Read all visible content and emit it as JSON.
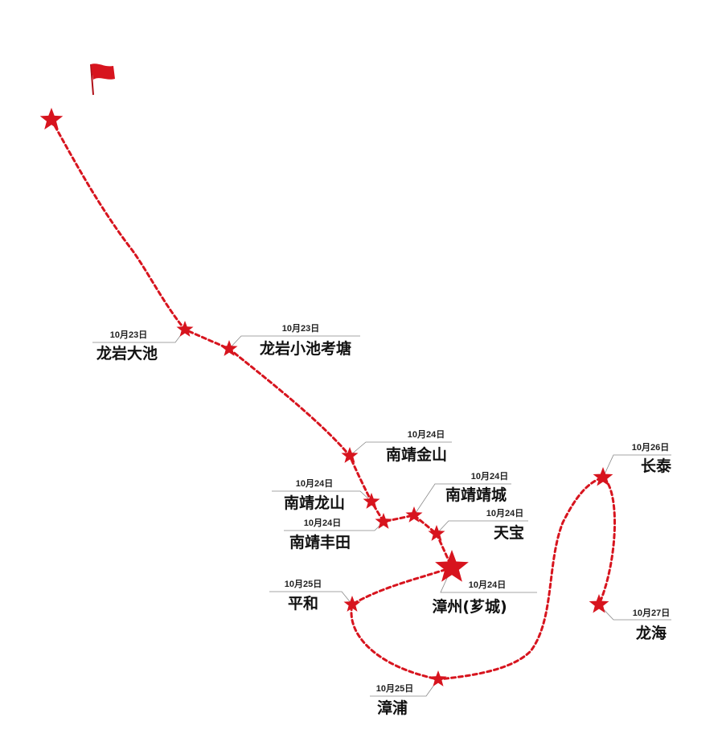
{
  "colors": {
    "route": "#d7141e",
    "star": "#d7141e",
    "leader": "#888888",
    "flag": "#d7141e"
  },
  "icons": {
    "start": "red-flag-icon",
    "stop": "red-star-icon",
    "major_stop": "large-red-star-icon"
  },
  "stops": [
    {
      "id": "start",
      "date": "",
      "name": ""
    },
    {
      "id": "longyan-dachi",
      "date": "10月23日",
      "name": "龙岩大池"
    },
    {
      "id": "longyan-xiaochi-kaotang",
      "date": "10月23日",
      "name": "龙岩小池考塘"
    },
    {
      "id": "nanjing-jinshan",
      "date": "10月24日",
      "name": "南靖金山"
    },
    {
      "id": "nanjing-longshan",
      "date": "10月24日",
      "name": "南靖龙山"
    },
    {
      "id": "nanjing-fengtian",
      "date": "10月24日",
      "name": "南靖丰田"
    },
    {
      "id": "nanjing-jingcheng",
      "date": "10月24日",
      "name": "南靖靖城"
    },
    {
      "id": "tianbao",
      "date": "10月24日",
      "name": "天宝"
    },
    {
      "id": "zhangzhou",
      "date": "10月24日",
      "name": "漳州(芗城)"
    },
    {
      "id": "pinghe",
      "date": "10月25日",
      "name": "平和"
    },
    {
      "id": "zhangpu",
      "date": "10月25日",
      "name": "漳浦"
    },
    {
      "id": "changtai",
      "date": "10月26日",
      "name": "长泰"
    },
    {
      "id": "longhai",
      "date": "10月27日",
      "name": "龙海"
    }
  ]
}
